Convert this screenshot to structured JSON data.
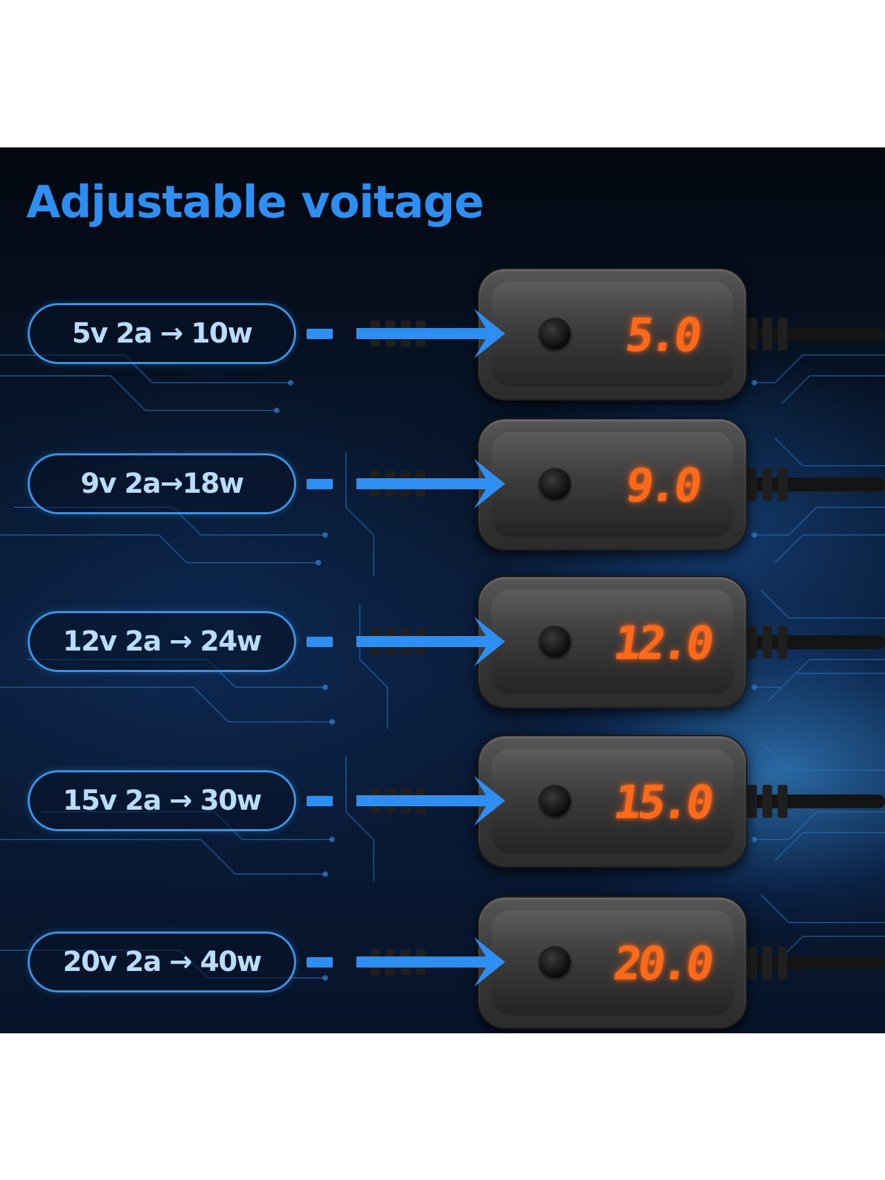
{
  "title": "Adjustable voitage",
  "colors": {
    "title": "#2f8ef2",
    "pill_border": "#3d93e6",
    "pill_text": "#b9dcfb",
    "arrow": "#2f8ef2",
    "display": "#ff6a1a",
    "background": "#071428"
  },
  "icons": {
    "arrow": "right-arrow-icon",
    "knob": "adjust-button-icon"
  },
  "rows": [
    {
      "label": "5v 2a → 10w",
      "display": "5.0"
    },
    {
      "label": "9v 2a→18w",
      "display": "9.0"
    },
    {
      "label": "12v 2a → 24w",
      "display": "12.0"
    },
    {
      "label": "15v 2a → 30w",
      "display": "15.0"
    },
    {
      "label": "20v 2a → 40w",
      "display": "20.0"
    }
  ]
}
